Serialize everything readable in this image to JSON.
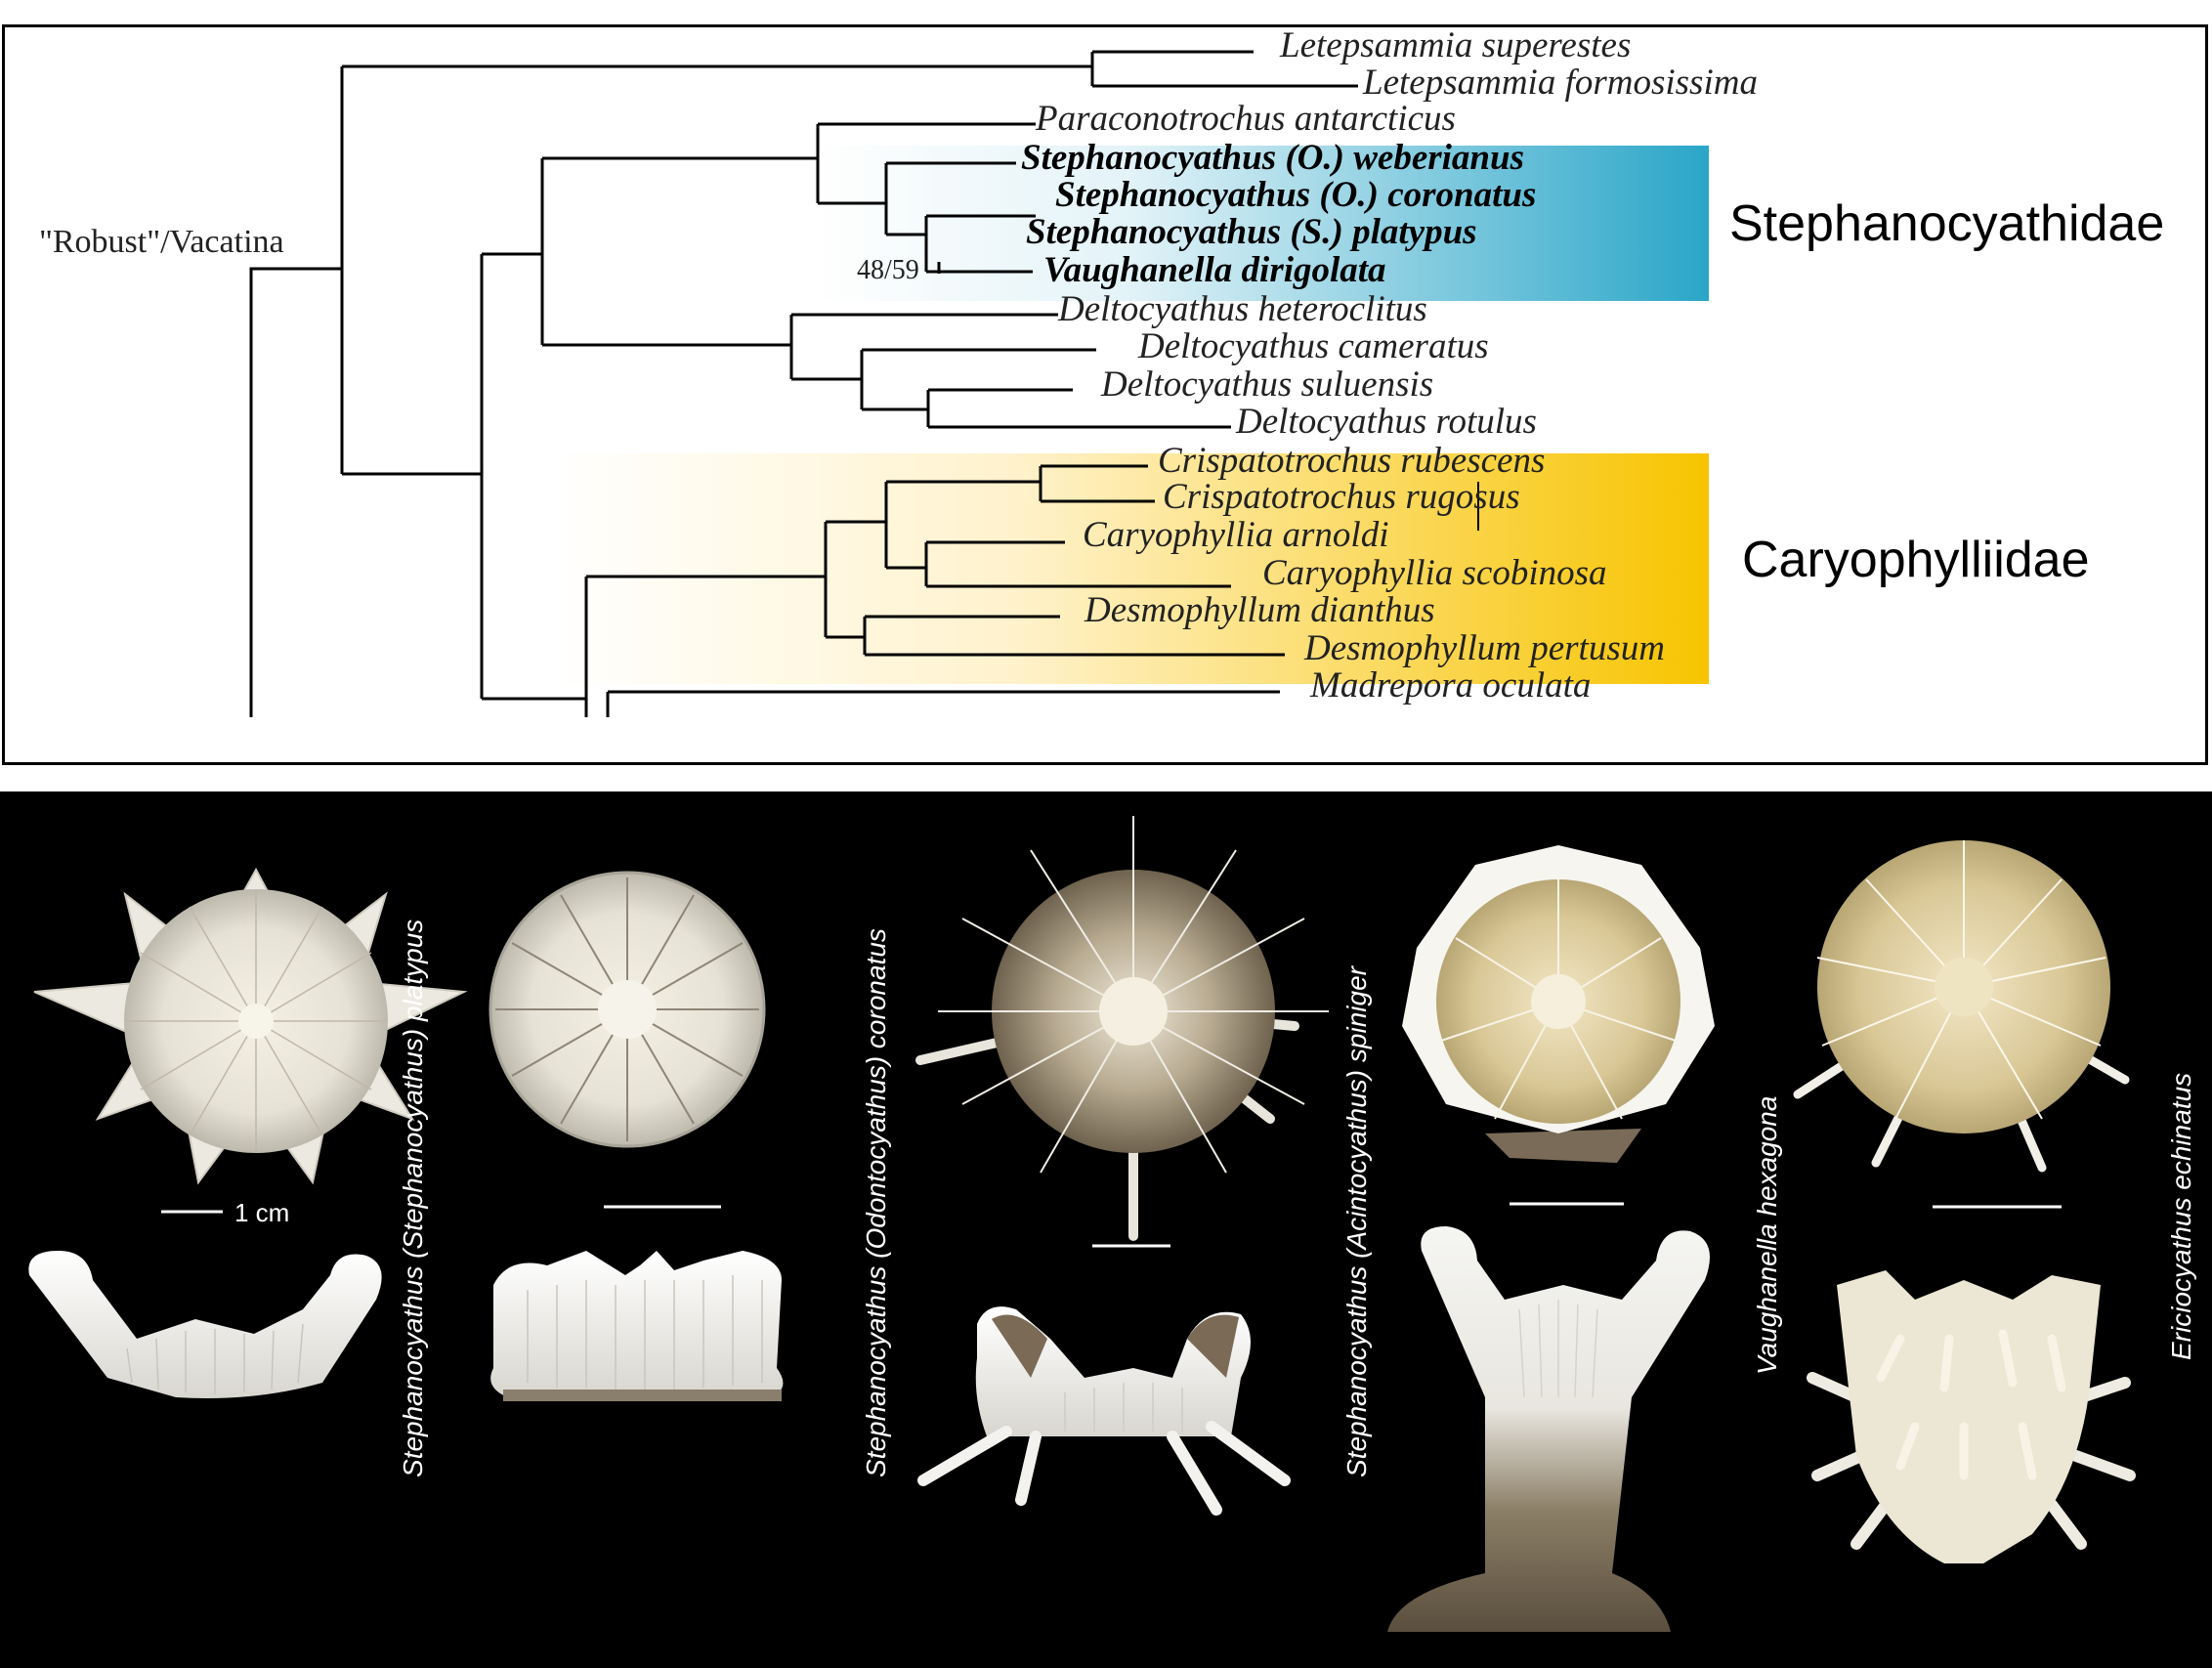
{
  "tree": {
    "root_label": "\"Robust\"/Vacatina",
    "support_value": "48/59",
    "families": {
      "stephanocyathidae": {
        "label": "Stephanocyathidae",
        "color": "#2aa6c8"
      },
      "caryophylliidae": {
        "label": "Caryophylliidae",
        "color": "#f7c400"
      }
    },
    "taxa": [
      "Letepsammia superestes",
      "Letepsammia formosissima",
      "Paraconotrochus antarcticus",
      "Stephanocyathus (O.) weberianus",
      "Stephanocyathus (O.) coronatus",
      "Stephanocyathus (S.) platypus",
      "Vaughanella dirigolata",
      "Deltocyathus heteroclitus",
      "Deltocyathus cameratus",
      "Deltocyathus suluensis",
      "Deltocyathus rotulus",
      "Crispatotrochus rubescens",
      "Crispatotrochus rugosus",
      "Caryophyllia arnoldi",
      "Caryophyllia scobinosa",
      "Desmophyllum dianthus",
      "Desmophyllum pertusum",
      "Madrepora oculata"
    ]
  },
  "photos": {
    "scale_label": "1 cm",
    "species": [
      "Stephanocyathus (Stephanocyathus) platypus",
      "Stephanocyathus (Odontocyathus) coronatus",
      "Stephanocyathus (Acintocyathus) spiniger",
      "Vaughanella hexagona",
      "Ericiocyathus echinatus"
    ]
  }
}
